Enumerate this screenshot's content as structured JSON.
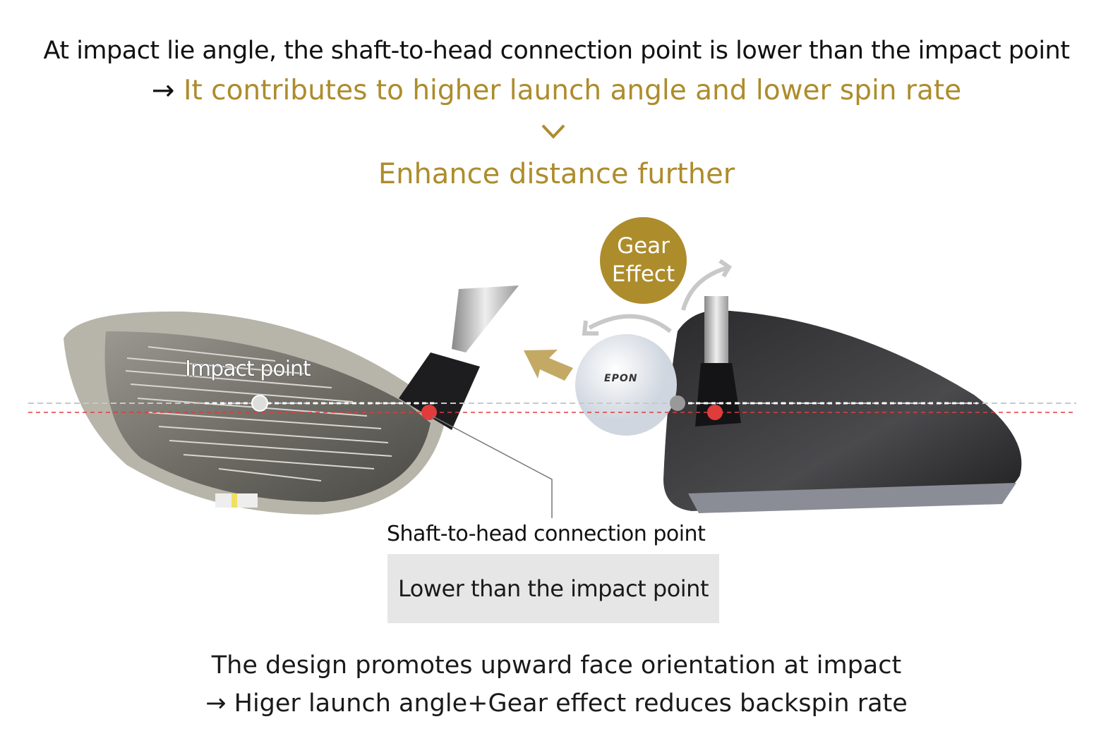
{
  "header": {
    "line1": "At impact lie angle, the shaft-to-head connection point is lower than the impact point",
    "line2_arrow": "→",
    "line2": "It contributes to higher launch angle and lower spin rate",
    "line3": "Enhance distance further"
  },
  "diagram": {
    "gear_effect_line1": "Gear",
    "gear_effect_line2": "Effect",
    "impact_point_label": "Impact point",
    "ball_brand": "EPON",
    "connection_label": "Shaft-to-head connection point",
    "connection_box": "Lower than the impact point"
  },
  "footer": {
    "line1": "The design promotes upward face orientation at impact",
    "line2": "→ Higer launch angle+Gear effect reduces backspin rate"
  },
  "colors": {
    "gold": "#ad8c2c",
    "red": "#e03c3c",
    "gray": "#b5b5b5"
  }
}
